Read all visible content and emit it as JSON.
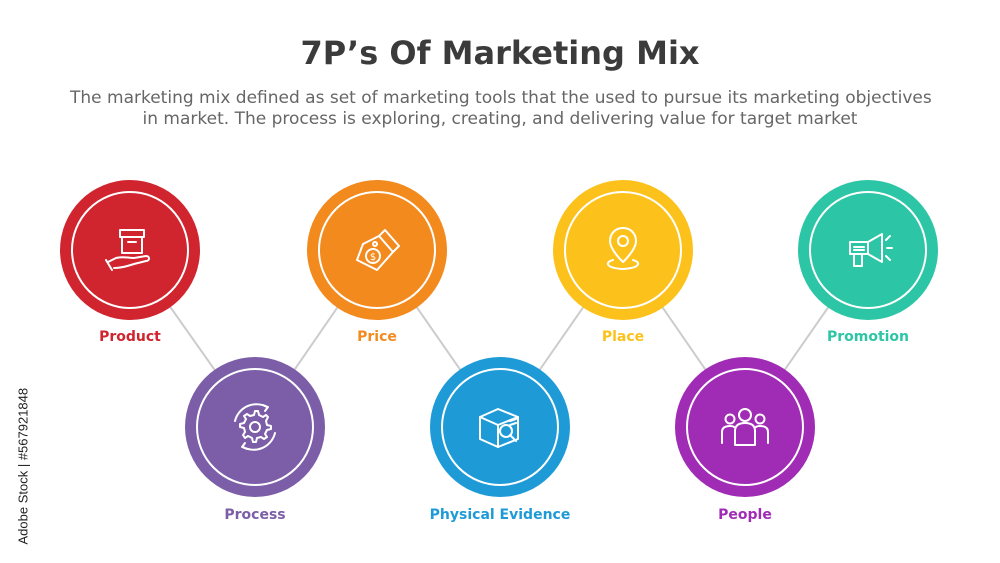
{
  "header": {
    "title": "7P’s Of Marketing Mix",
    "subtitle_line1": "The marketing mix defined as set of marketing tools that the used to pursue its marketing objectives",
    "subtitle_line2": "in market. The process is exploring, creating, and delivering value for target market"
  },
  "items": [
    {
      "label": "Product",
      "color": "#d0252f",
      "icon": "box-in-hand-icon"
    },
    {
      "label": "Process",
      "color": "#7b5ea7",
      "icon": "gear-cycle-icon"
    },
    {
      "label": "Price",
      "color": "#f28a1e",
      "icon": "price-tag-icon"
    },
    {
      "label": "Physical Evidence",
      "color": "#1e9bd7",
      "icon": "box-magnifier-icon"
    },
    {
      "label": "Place",
      "color": "#fcc21b",
      "icon": "location-pin-icon"
    },
    {
      "label": "People",
      "color": "#a02cb5",
      "icon": "group-people-icon"
    },
    {
      "label": "Promotion",
      "color": "#2cc5a6",
      "icon": "megaphone-icon"
    }
  ],
  "colors": {
    "connector": "#cccccc",
    "title": "#3b3b3b",
    "subtitle": "#666666"
  },
  "watermark": "Adobe Stock | #567921848"
}
